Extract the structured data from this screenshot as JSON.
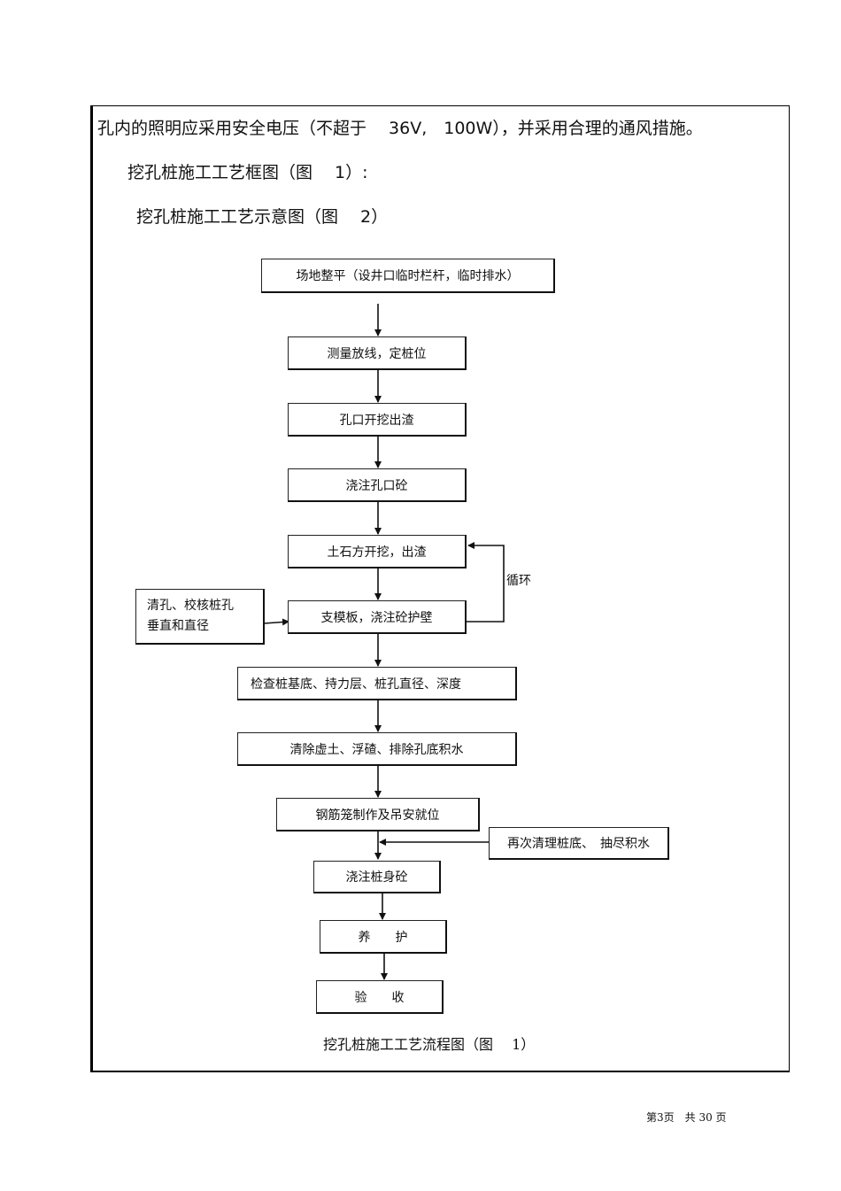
{
  "text": {
    "line1": "孔内的照明应采用安全电压（不超于　 36V,　100W），并采用合理的通风措施。",
    "line2": "挖孔桩施工工艺框图（图　 1）:",
    "line3": "挖孔桩施工工艺示意图（图　 2）"
  },
  "flowchart": {
    "steps": [
      "场地整平（设井口临时栏杆，临时排水）",
      "测量放线，定桩位",
      "孔口开挖出渣",
      "浇注孔口砼",
      "土石方开挖，出渣",
      "支模板，浇注砼护壁",
      "检查桩基底、持力层、桩孔直径、深度",
      "清除虚土、浮碴、排除孔底积水",
      "钢筋笼制作及吊安就位",
      "浇注桩身砼",
      "养　　护",
      "验　　收"
    ],
    "side_box_line1": "清孔、校核桩孔",
    "side_box_line2": "垂直和直径",
    "side_box2": "再次清理桩底、　抽尽积水",
    "loop_label": "循环",
    "caption": "挖孔桩施工工艺流程图（图　 1）"
  },
  "footer": "第3页　共 30 页"
}
